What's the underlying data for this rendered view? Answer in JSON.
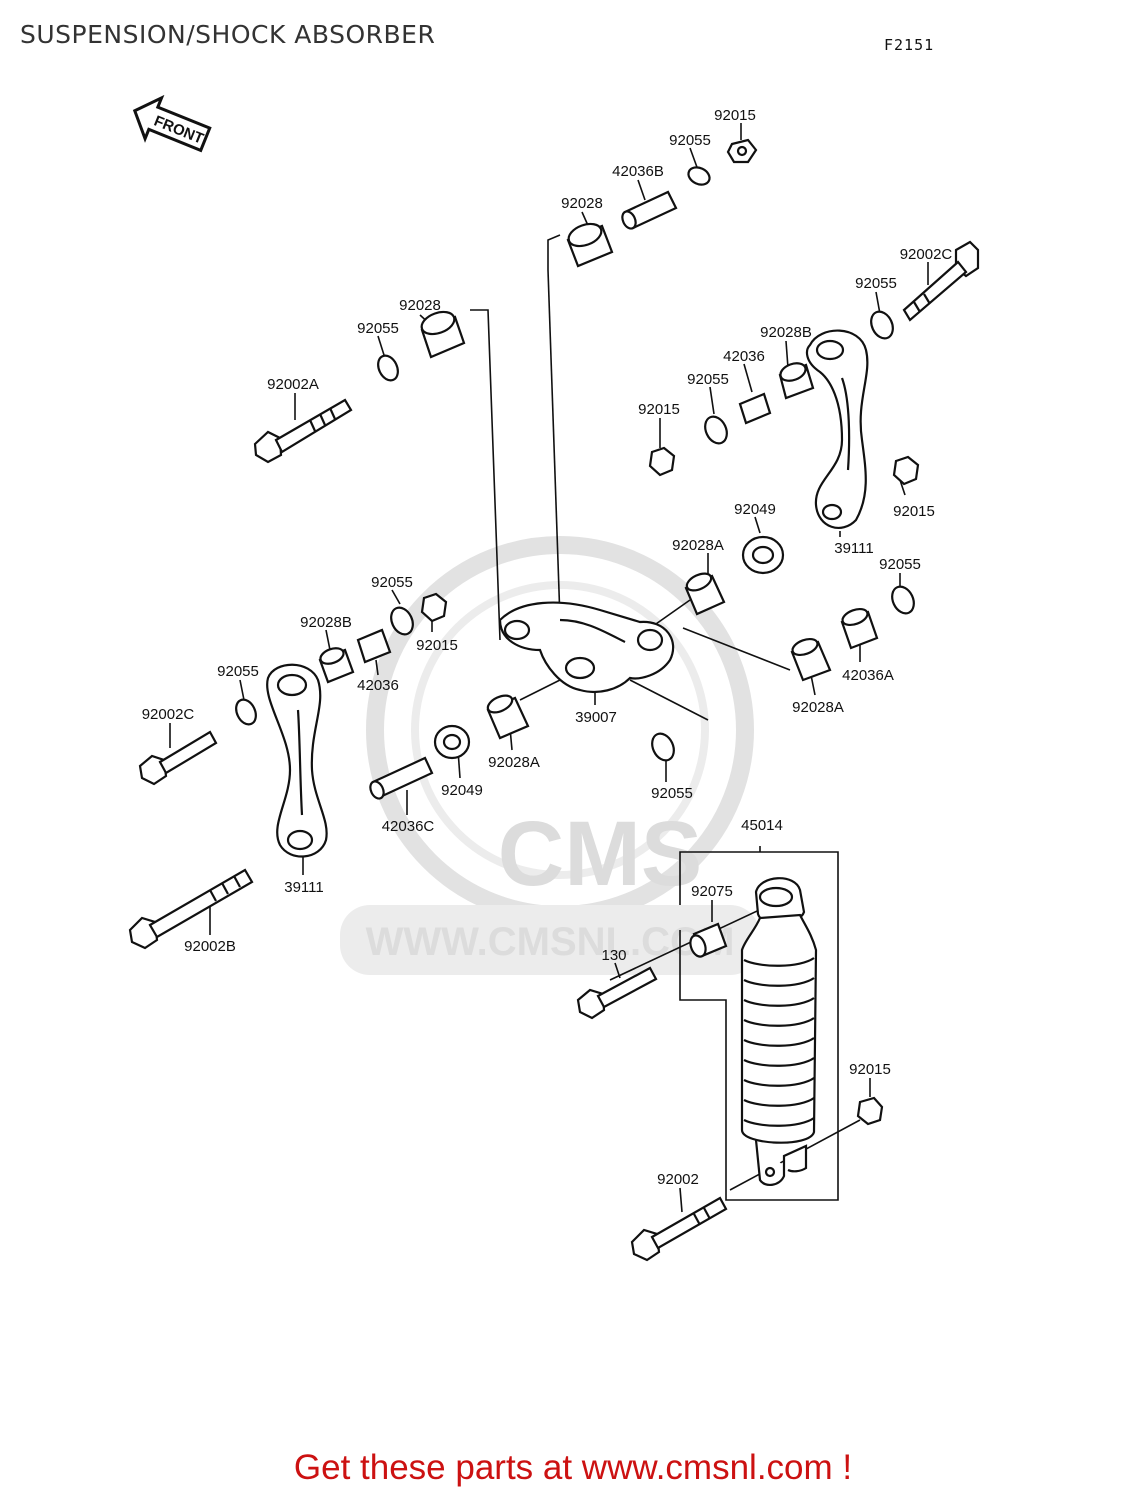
{
  "header": {
    "title": "SUSPENSION/SHOCK ABSORBER",
    "figure_code": "F2151"
  },
  "front_label": "FRONT",
  "watermark": {
    "logo": "CMS",
    "url": "WWW.CMSNL.COM"
  },
  "parts": {
    "p92015_top": "92015",
    "p92055_top": "92055",
    "p42036B": "42036B",
    "p92028_top": "92028",
    "p92002C_right": "92002C",
    "p92055_right_top": "92055",
    "p92028_upper_left": "92028",
    "p92055_upper_left": "92055",
    "p92002A": "92002A",
    "p92028B_right": "92028B",
    "p42036_right": "42036",
    "p92055_right_mid": "92055",
    "p92015_right_mid": "92015",
    "p92015_right_link": "92015",
    "p92049_right": "92049",
    "p92028A_upper": "92028A",
    "p39111_right": "39111",
    "p92055_right_low": "92055",
    "p42036A": "42036A",
    "p92028A_right": "92028A",
    "p39007": "39007",
    "p92028A_lower": "92028A",
    "p92055_center_low": "92055",
    "p92055_left_mid": "92055",
    "p92028B_left": "92028B",
    "p92015_left_mid": "92015",
    "p42036_left": "42036",
    "p92055_left_link": "92055",
    "p92002C_left": "92002C",
    "p92049_left": "92049",
    "p42036C": "42036C",
    "p39111_left": "39111",
    "p92002B": "92002B",
    "p45014": "45014",
    "p92075": "92075",
    "p130": "130",
    "p92015_shock": "92015",
    "p92002": "92002"
  },
  "footer": {
    "cta": "Get these parts at www.cmsnl.com !"
  },
  "colors": {
    "cta": "#cc1111",
    "ink": "#111111",
    "watermark": "#dcdcdc"
  }
}
